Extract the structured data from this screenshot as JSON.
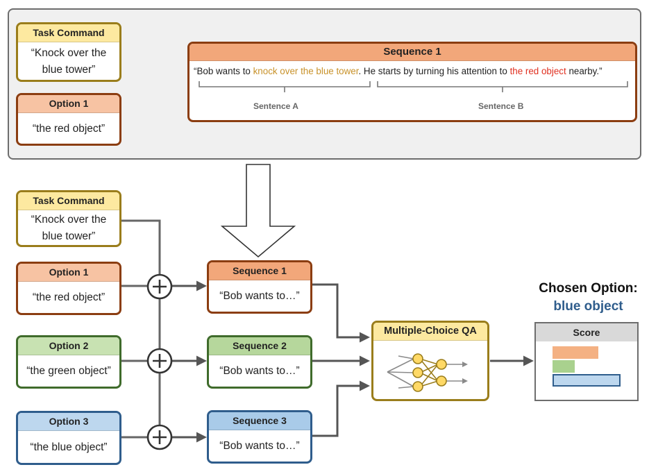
{
  "top": {
    "task": {
      "title": "Task Command",
      "text": "“Knock over the blue tower”"
    },
    "option1": {
      "title": "Option 1",
      "text": "“the red object”"
    },
    "sequence": {
      "title": "Sequence 1",
      "part1": "“Bob wants to ",
      "highlight_task": "knock over the blue tower",
      "part2": ". He starts by turning his attention to ",
      "highlight_option": "the red object",
      "part3": " nearby.”",
      "sentence_a": "Sentence A",
      "sentence_b": "Sentence B"
    }
  },
  "bottom": {
    "task": {
      "title": "Task Command",
      "text": "“Knock over the blue tower”"
    },
    "options": [
      {
        "title": "Option 1",
        "text": "“the red object”"
      },
      {
        "title": "Option 2",
        "text": "“the green object”"
      },
      {
        "title": "Option 3",
        "text": "“the blue object”"
      }
    ],
    "sequences": [
      {
        "title": "Sequence 1",
        "text": "“Bob wants to…”"
      },
      {
        "title": "Sequence 2",
        "text": "“Bob wants to…”"
      },
      {
        "title": "Sequence 3",
        "text": "“Bob wants to…”"
      }
    ],
    "mcqa_title": "Multiple-Choice QA",
    "score_title": "Score",
    "chosen_title": "Chosen Option:",
    "chosen_value": "blue object",
    "scores": [
      {
        "option": "Option 1",
        "value": 0.62,
        "color": "#f4b183"
      },
      {
        "option": "Option 2",
        "value": 0.3,
        "color": "#a9d18e"
      },
      {
        "option": "Option 3",
        "value": 0.92,
        "color": "#bdd7ee",
        "border": "#2f5d8c"
      }
    ]
  }
}
